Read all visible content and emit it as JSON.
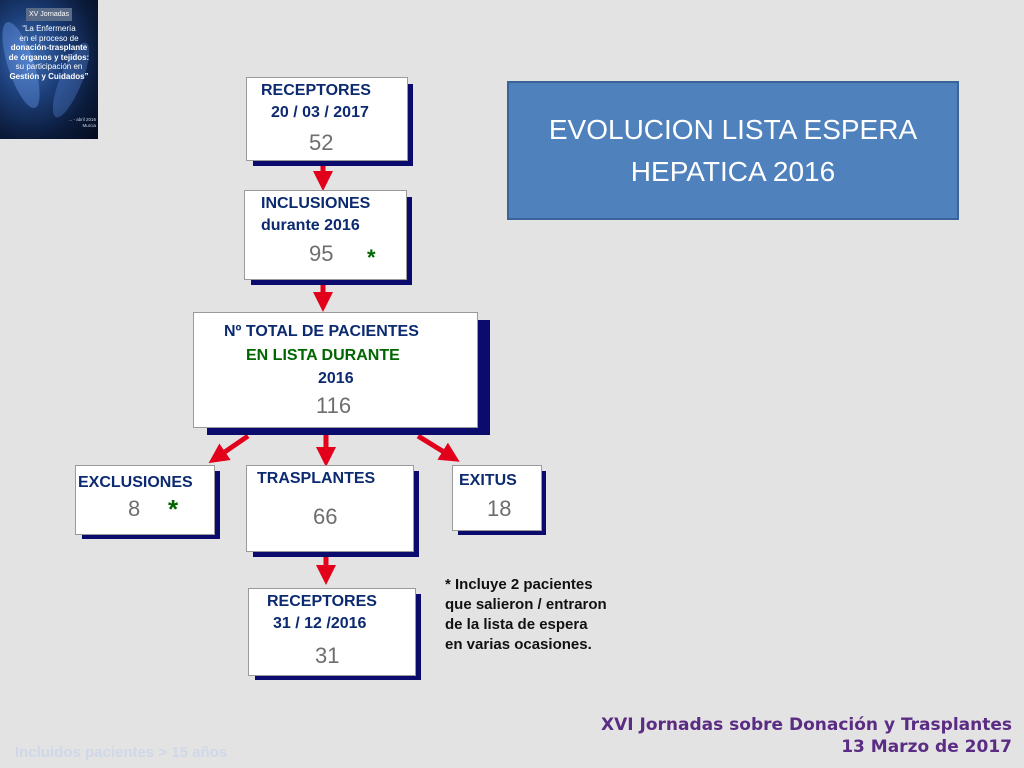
{
  "logo": {
    "heading": "XV Jornadas",
    "lines": [
      "“La Enfermería",
      "en el proceso de",
      "donación-trasplante",
      "de órganos y tejidos:",
      "su participación en",
      "Gestión y Cuidados”"
    ],
    "footer_lines": [
      "... - abril 2016",
      "Murcia"
    ]
  },
  "title": {
    "line1": "EVOLUCION LISTA ESPERA",
    "line2": "HEPATICA 2016"
  },
  "receptores_inicio": {
    "label": "RECEPTORES",
    "date": "20 / 03 / 2017",
    "value": "52"
  },
  "inclusiones": {
    "label": "INCLUSIONES",
    "sub": "durante  2016",
    "value": "95",
    "mark": "*"
  },
  "total": {
    "line1": "Nº TOTAL DE PACIENTES",
    "line2": "EN  LISTA DURANTE",
    "line3": "2016",
    "value": "116"
  },
  "exclusiones": {
    "label": "EXCLUSIONES",
    "value": "8",
    "mark": "*"
  },
  "trasplantes": {
    "label": "TRASPLANTES",
    "value": "66"
  },
  "exitus": {
    "label": "EXITUS",
    "value": "18"
  },
  "receptores_fin": {
    "label": "RECEPTORES",
    "date": "31 / 12 /2016",
    "value": "31"
  },
  "note": {
    "lines": [
      "* Incluye 2 pacientes",
      "que salieron / entraron",
      "de la lista de espera",
      "en varias ocasiones."
    ]
  },
  "footer": {
    "line1": "XVI Jornadas sobre Donación y Trasplantes",
    "line2": "13 Marzo de 2017",
    "left_note": "Incluidos  pacientes > 15 años"
  },
  "colors": {
    "arrow": "#e2001a",
    "shadow": "#0b0b6e",
    "title_bg": "#4f81bd",
    "box_text": "#0c2a70",
    "footer_text": "#5b2c83"
  }
}
